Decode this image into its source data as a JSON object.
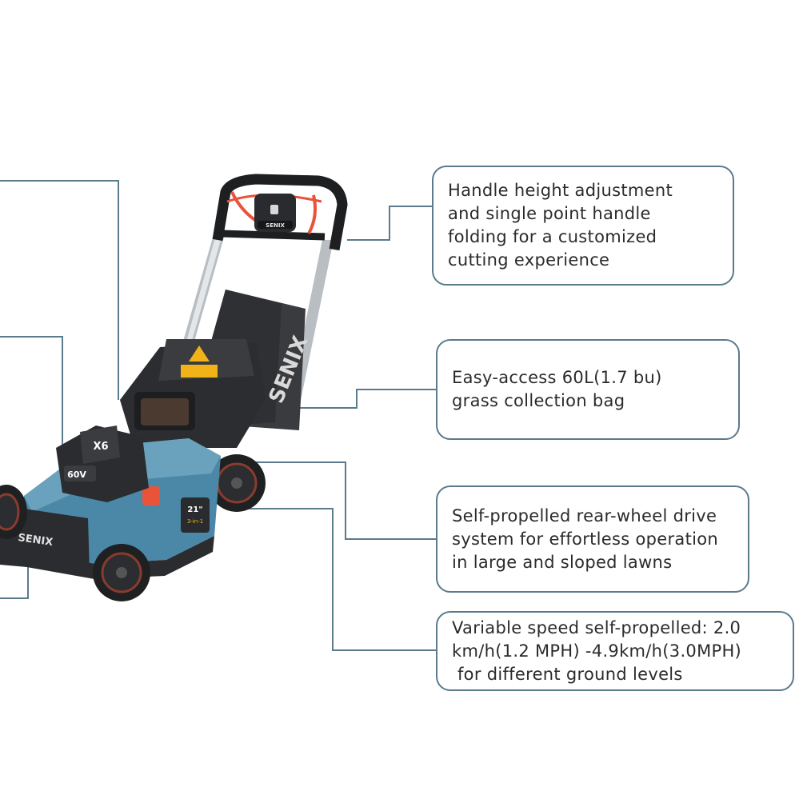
{
  "brand": {
    "name": "SENIX",
    "accent": "#e8533a",
    "deck_color": "#4b87a6",
    "line_color": "#5b7a8c"
  },
  "battery": {
    "badge": "X6",
    "voltage": "60V"
  },
  "deck": {
    "size": "21\"",
    "mode": "3-in-1"
  },
  "callouts": [
    {
      "lines": [
        "Handle height adjustment",
        "and single point handle",
        "folding for a customized",
        "cutting experience"
      ]
    },
    {
      "lines": [
        "Easy-access 60L(1.7 bu)",
        "grass collection bag"
      ]
    },
    {
      "lines": [
        "Self-propelled rear-wheel drive",
        "system for effortless operation",
        "in large and sloped lawns"
      ]
    },
    {
      "lines": [
        "Variable speed self-propelled: 2.0",
        "km/h(1.2 MPH) -4.9km/h(3.0MPH)",
        " for different ground levels"
      ]
    }
  ]
}
